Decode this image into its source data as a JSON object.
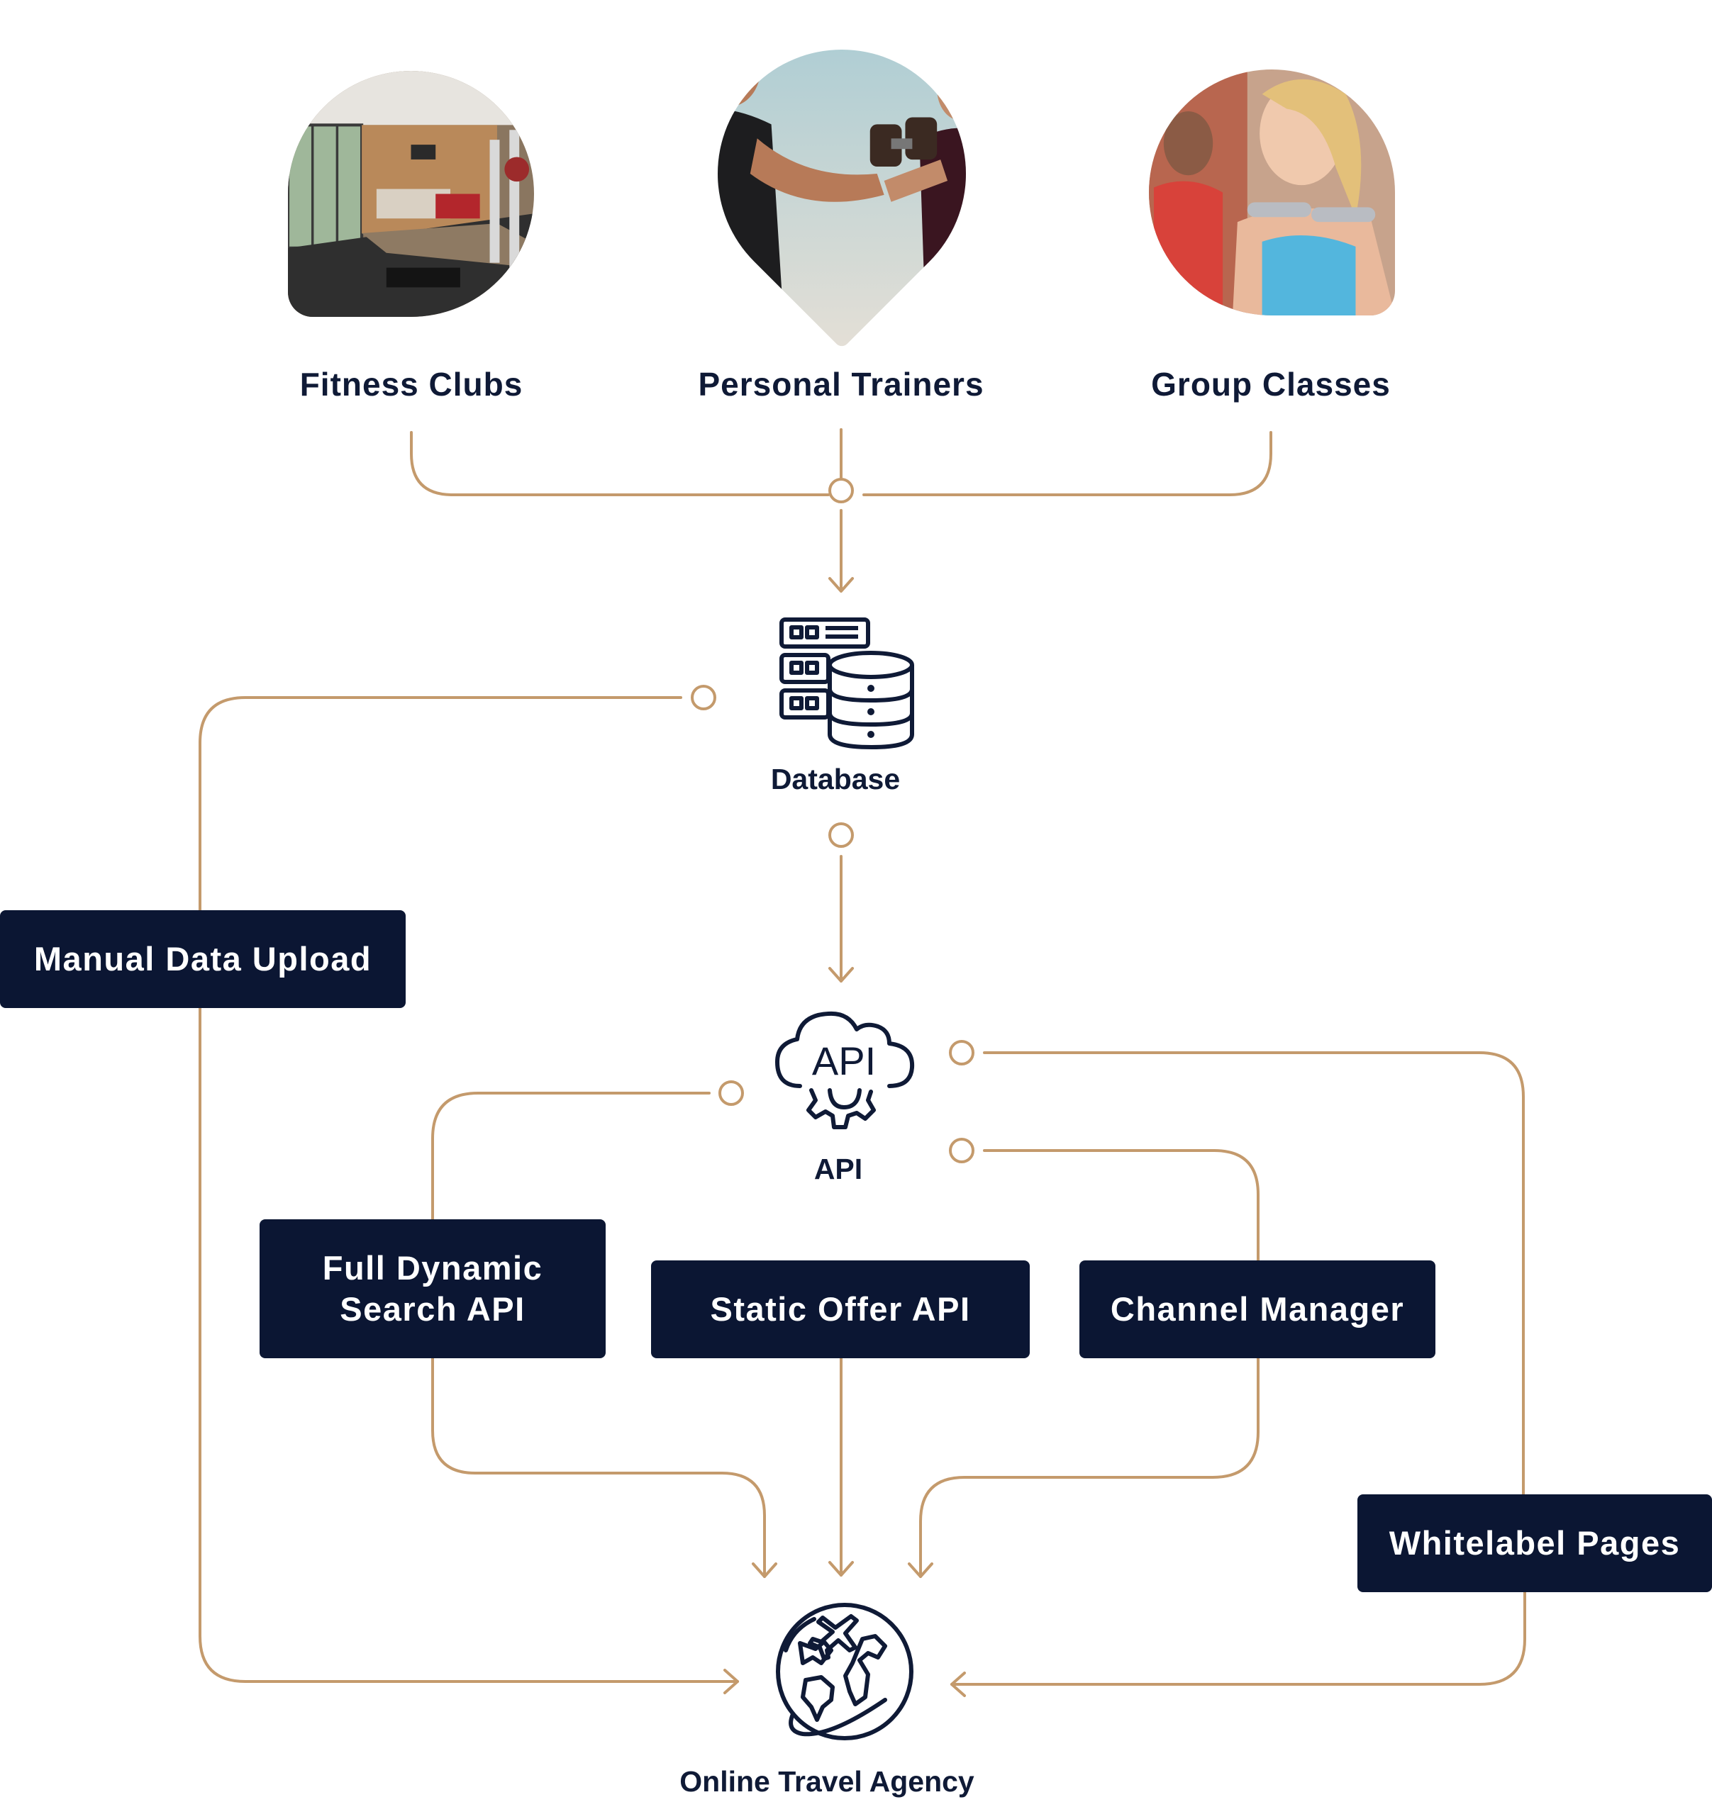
{
  "sources": [
    {
      "label": "Fitness Clubs",
      "photo": "gym-interior-photo"
    },
    {
      "label": "Personal Trainers",
      "photo": "trainer-with-dumbbell-photo"
    },
    {
      "label": "Group Classes",
      "photo": "group-dumbbell-class-photo"
    }
  ],
  "nodes": {
    "database": {
      "label": "Database",
      "icon": "database-server-icon"
    },
    "api": {
      "label": "API",
      "icon": "api-cloud-gear-icon",
      "icon_text": "API"
    },
    "ota": {
      "label": "Online Travel Agency",
      "icon": "globe-airplane-icon"
    }
  },
  "boxes": {
    "manual_upload": "Manual Data Upload",
    "full_dynamic_line1": "Full Dynamic",
    "full_dynamic_line2": "Search API",
    "static_offer": "Static Offer API",
    "channel_manager": "Channel Manager",
    "whitelabel": "Whitelabel Pages"
  },
  "colors": {
    "connector": "#c49a6c",
    "box_bg": "#0b1633",
    "box_text": "#ffffff",
    "label_text": "#0f1a36"
  }
}
